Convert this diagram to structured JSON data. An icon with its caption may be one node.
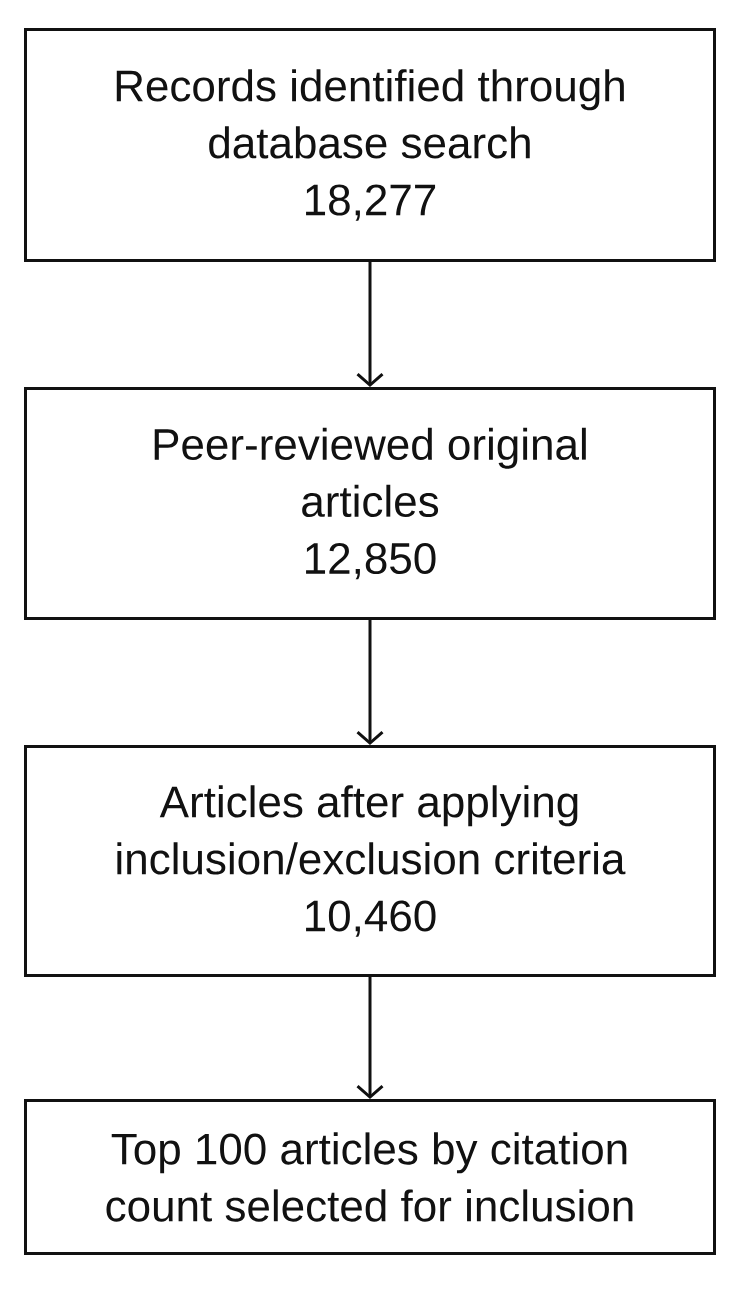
{
  "diagram": {
    "nodes": [
      {
        "text": [
          "Records identified through database search",
          "18,277"
        ]
      },
      {
        "text": [
          "Peer-reviewed original articles",
          "12,850"
        ]
      },
      {
        "text": [
          "Articles after applying inclusion/exclusion criteria",
          "10,460"
        ]
      },
      {
        "text": [
          "Top 100 articles by citation count selected for inclusion"
        ]
      }
    ],
    "edges": [
      {
        "from": 0,
        "to": 1,
        "arrow": "to"
      },
      {
        "from": 1,
        "to": 2,
        "arrow": "to"
      },
      {
        "from": 2,
        "to": 3,
        "arrow": "to"
      }
    ]
  }
}
